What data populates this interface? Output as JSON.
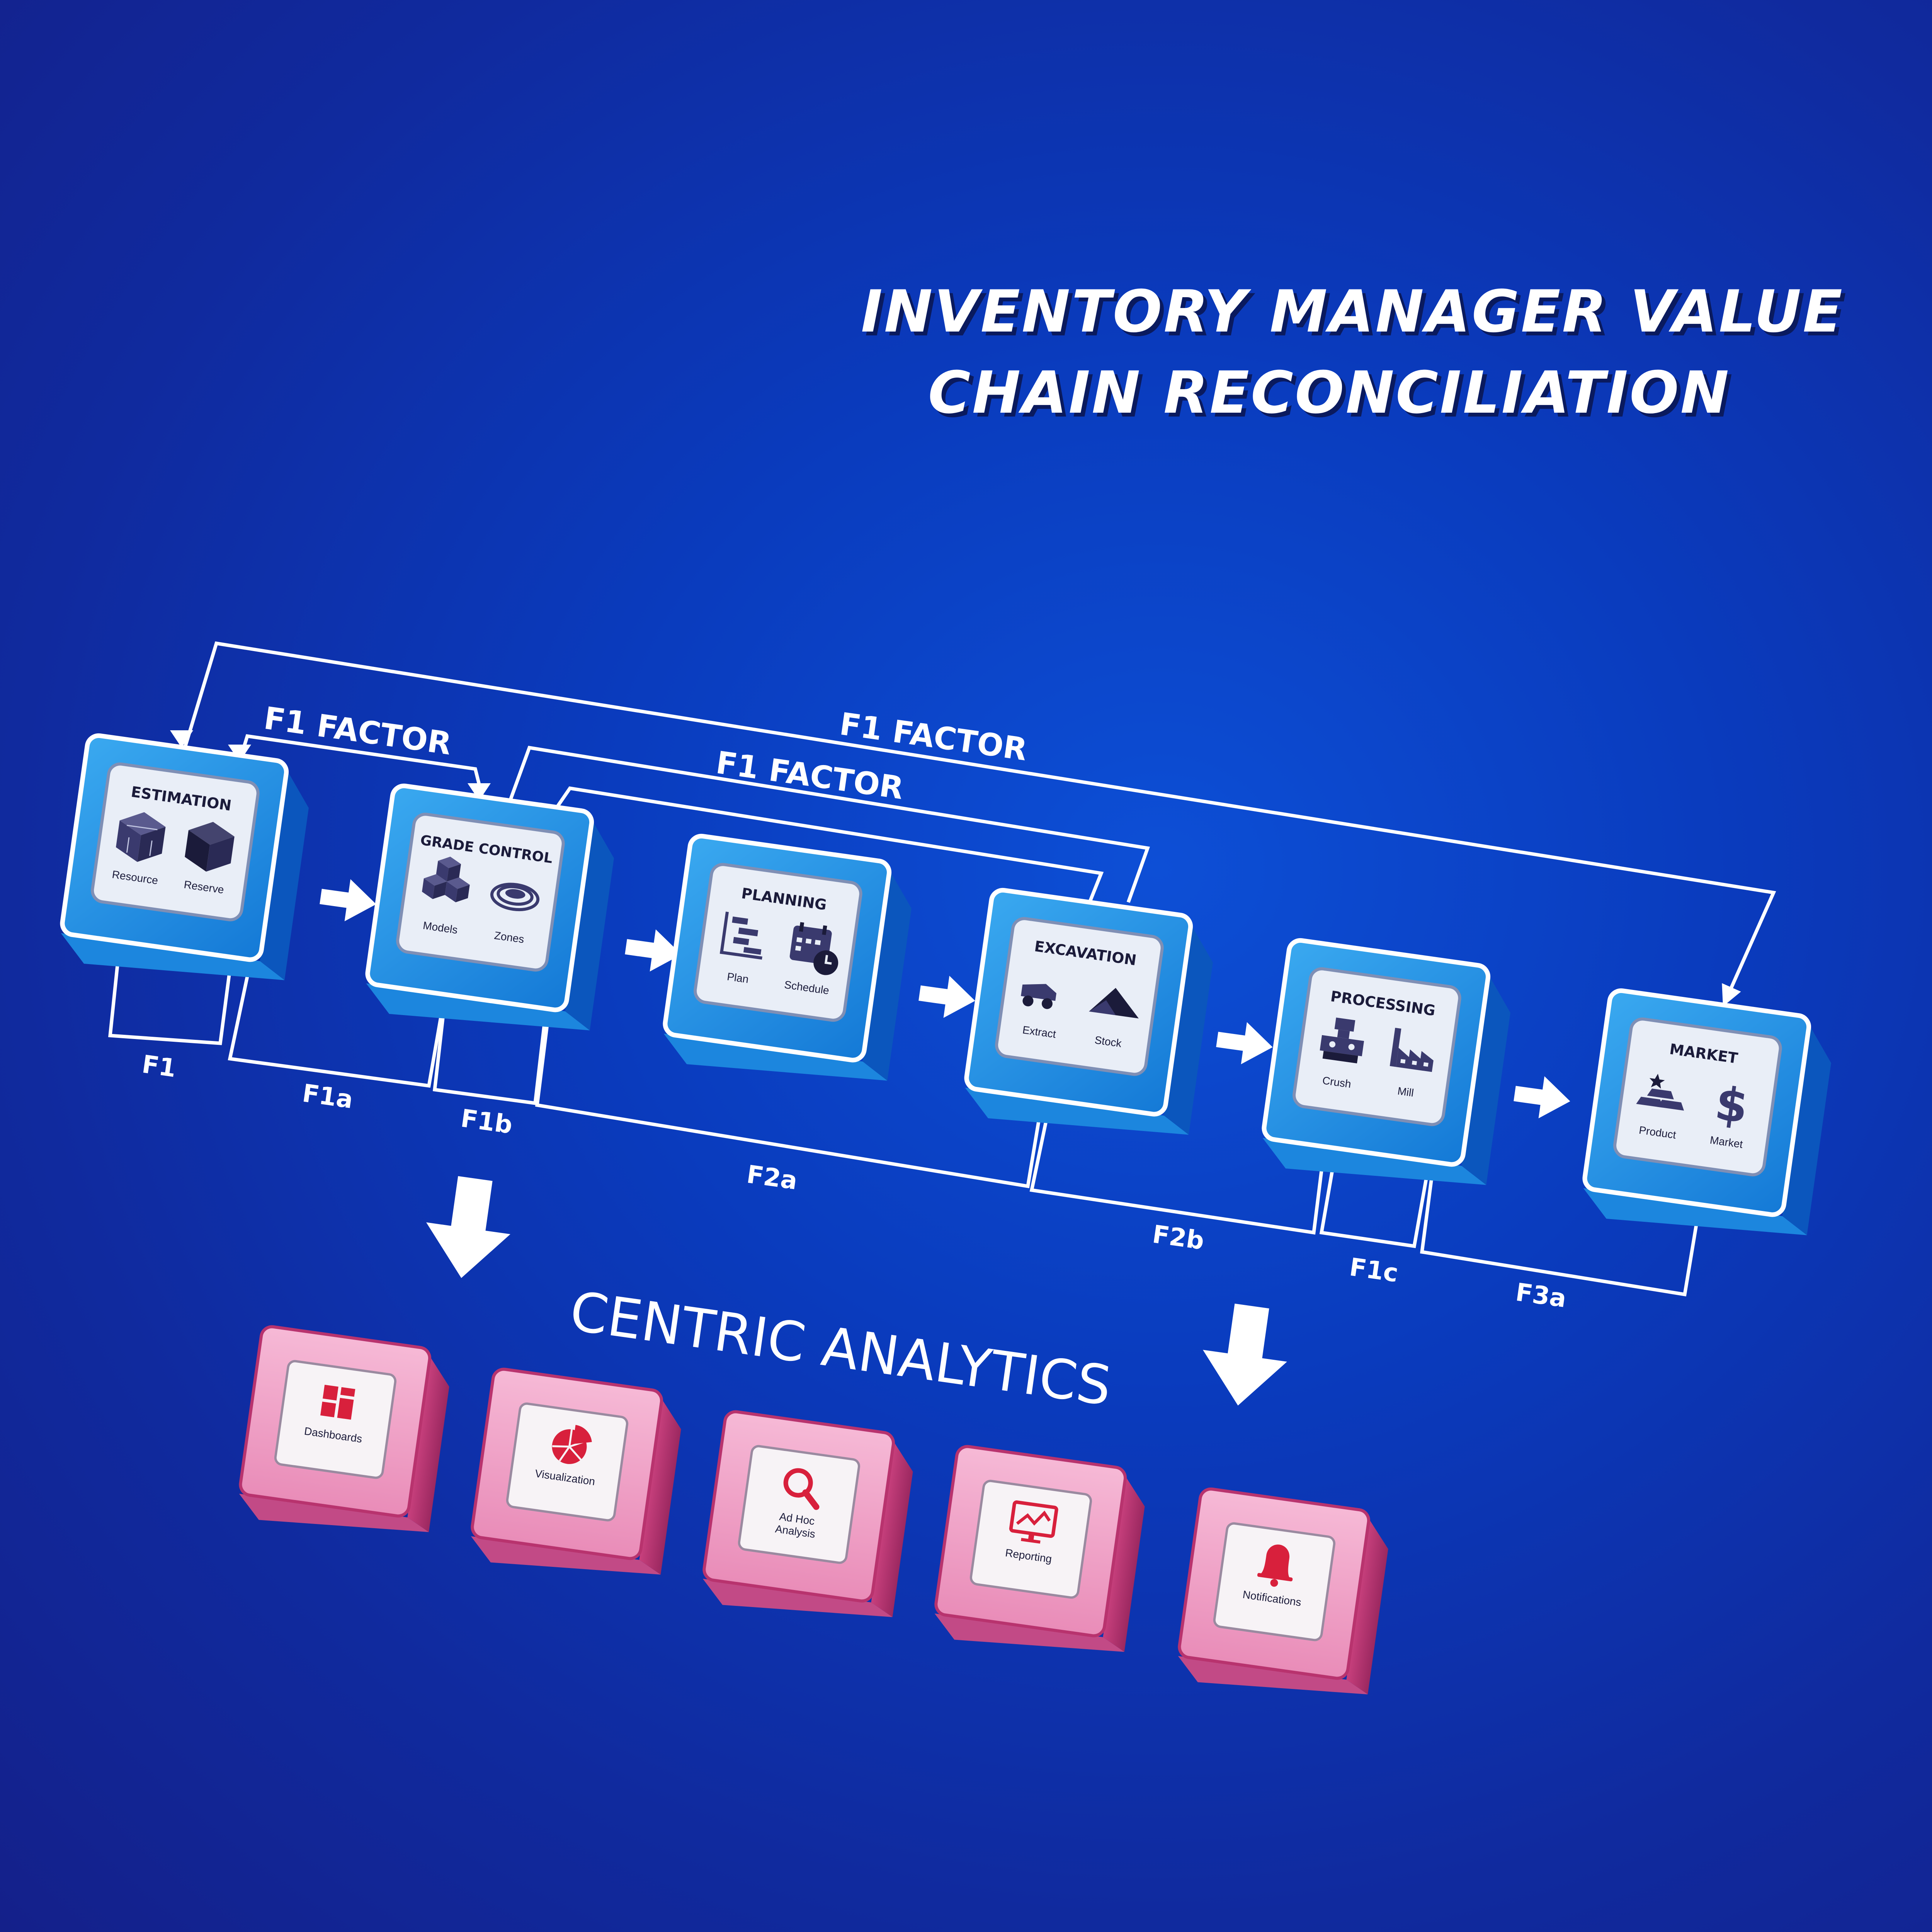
{
  "title": {
    "line1": "INVENTORY MANAGER VALUE",
    "line2": "CHAIN RECONCILIATION"
  },
  "feedback_loops": {
    "loop1": "F1 FACTOR",
    "loop2": "F1 FACTOR",
    "loop3": "F1 FACTOR"
  },
  "stages": [
    {
      "title": "ESTIMATION",
      "items": [
        {
          "label": "Resource",
          "icon": "cube-grid-icon"
        },
        {
          "label": "Reserve",
          "icon": "dark-cube-icon"
        }
      ]
    },
    {
      "title": "GRADE CONTROL",
      "items": [
        {
          "label": "Models",
          "icon": "stacked-cubes-icon"
        },
        {
          "label": "Zones",
          "icon": "contour-rings-icon"
        }
      ]
    },
    {
      "title": "PLANNING",
      "items": [
        {
          "label": "Plan",
          "icon": "gantt-chart-icon"
        },
        {
          "label": "Schedule",
          "icon": "calendar-clock-icon"
        }
      ]
    },
    {
      "title": "EXCAVATION",
      "items": [
        {
          "label": "Extract",
          "icon": "haul-truck-icon"
        },
        {
          "label": "Stock",
          "icon": "stockpile-icon"
        }
      ]
    },
    {
      "title": "PROCESSING",
      "items": [
        {
          "label": "Crush",
          "icon": "crusher-icon"
        },
        {
          "label": "Mill",
          "icon": "factory-icon"
        }
      ]
    },
    {
      "title": "MARKET",
      "items": [
        {
          "label": "Product",
          "icon": "gold-bars-icon"
        },
        {
          "label": "Market",
          "icon": "dollar-icon"
        }
      ]
    }
  ],
  "factors": {
    "f1": "F1",
    "f1a": "F1a",
    "f1b": "F1b",
    "f2a": "F2a",
    "f2b": "F2b",
    "f1c": "F1c",
    "f3a": "F3a"
  },
  "analytics": {
    "heading": "CENTRIC ANALYTICS",
    "tiles": [
      {
        "label": "Dashboards",
        "icon": "dashboard-icon"
      },
      {
        "label": "Visualization",
        "icon": "pie-chart-icon"
      },
      {
        "label": "Ad Hoc",
        "label2": "Analysis",
        "icon": "magnifier-icon"
      },
      {
        "label": "Reporting",
        "icon": "monitor-chart-icon"
      },
      {
        "label": "Notifications",
        "icon": "bell-icon"
      }
    ]
  },
  "colors": {
    "stage_front": "#1e8fe0",
    "stage_side": "#0e5fc4",
    "analytics_front": "#f2a6c9",
    "analytics_side": "#b8336e",
    "icon_dark": "#3a3a6e",
    "icon_red": "#d8203c"
  }
}
